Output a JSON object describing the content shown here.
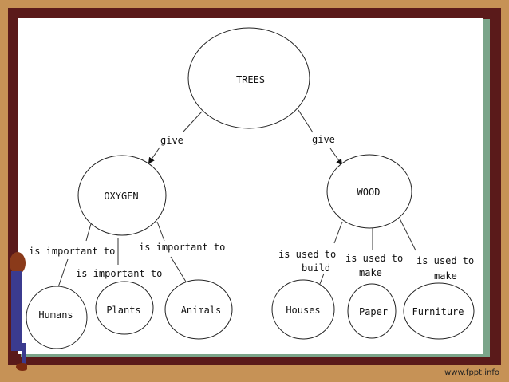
{
  "nodes": {
    "trees": "TREES",
    "oxygen": "OXYGEN",
    "wood": "WOOD",
    "humans": "Humans",
    "plants": "Plants",
    "animals": "Animals",
    "houses": "Houses",
    "paper": "Paper",
    "furniture": "Furniture"
  },
  "edges": {
    "give_left": "give",
    "give_right": "give",
    "important_humans": "is important to",
    "important_plants": "is important to",
    "important_animals": "is important to",
    "used_houses_1": "is used to",
    "used_houses_2": "build",
    "used_paper_1": "is used to",
    "used_paper_2": "make",
    "used_furniture_1": "is used to",
    "used_furniture_2": "make"
  },
  "footer": "www.fppt.info",
  "colors": {
    "frame": "#c69256",
    "frame_dark": "#5a1a1a",
    "board_shadow": "#7ba58a",
    "board": "#ffffff"
  }
}
